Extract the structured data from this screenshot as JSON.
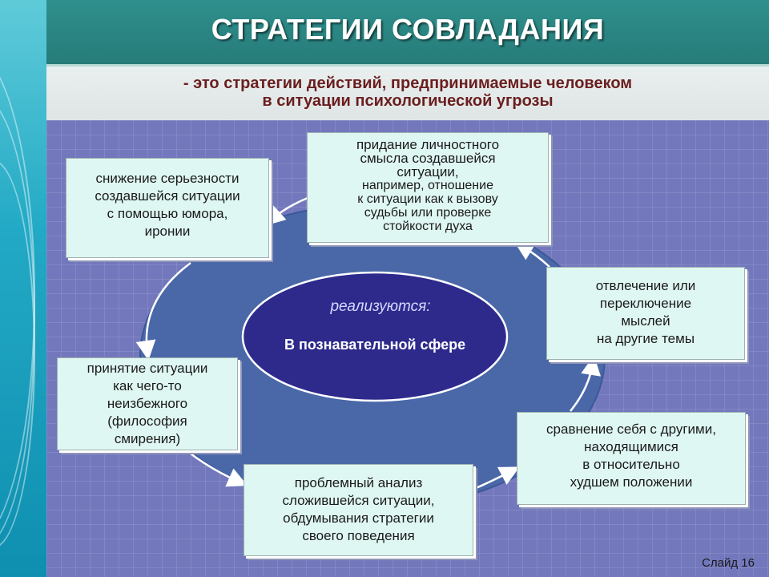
{
  "header": {
    "title": "СТРАТЕГИИ СОВЛАДАНИЯ",
    "subtitle_lines": [
      "- это стратегии действий, предпринимаемые человеком",
      "в ситуации психологической угрозы"
    ]
  },
  "center": {
    "italic_label": "реализуются:",
    "bold_label": "В познавательной сфере"
  },
  "boxes": {
    "top_meaning": {
      "lines": [
        "придание личностного",
        "смысла создавшейся",
        "ситуации,"
      ],
      "note_lines": [
        "например, отношение",
        "к ситуации как к вызову",
        "судьбы или проверке",
        "стойкости духа"
      ]
    },
    "humor": {
      "lines": [
        "снижение серьезности",
        "создавшейся ситуации",
        "с помощью юмора,",
        "иронии"
      ]
    },
    "distraction": {
      "lines": [
        "отвлечение или",
        "переключение",
        "мыслей",
        "на другие темы"
      ]
    },
    "acceptance": {
      "lines": [
        "принятие ситуации",
        "как чего-то",
        "неизбежного",
        "(философия",
        "смирения)"
      ]
    },
    "comparison": {
      "lines": [
        "сравнение себя с другими,",
        "находящимися",
        "в относительно",
        "худшем положении"
      ]
    },
    "analysis": {
      "lines": [
        "проблемный анализ",
        "сложившейся ситуации,",
        "обдумывания стратегии",
        "своего поведения"
      ]
    }
  },
  "footer": {
    "slide_number": "Слайд 16"
  },
  "colors": {
    "title_bar": "#2f8f8c",
    "panel": "#7378bd",
    "ring": "#4a68a8",
    "ellipse": "#2e2a8c",
    "box_fill": "#dff7f2",
    "subtitle_text": "#6b1e1e"
  }
}
